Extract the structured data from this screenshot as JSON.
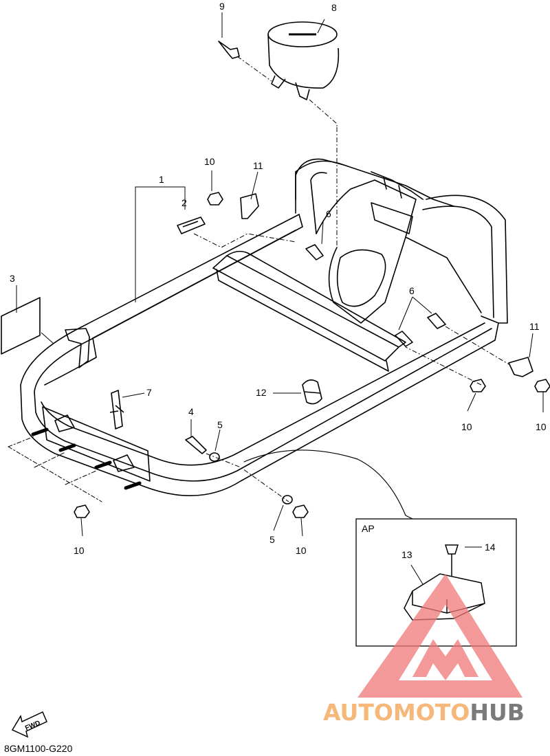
{
  "callouts": [
    {
      "id": "c1",
      "text": "1"
    },
    {
      "id": "c2",
      "text": "2"
    },
    {
      "id": "c3",
      "text": "3"
    },
    {
      "id": "c4",
      "text": "4"
    },
    {
      "id": "c5a",
      "text": "5"
    },
    {
      "id": "c5b",
      "text": "5"
    },
    {
      "id": "c6a",
      "text": "6"
    },
    {
      "id": "c6b",
      "text": "6"
    },
    {
      "id": "c7",
      "text": "7"
    },
    {
      "id": "c8",
      "text": "8"
    },
    {
      "id": "c9",
      "text": "9"
    },
    {
      "id": "c10a",
      "text": "10"
    },
    {
      "id": "c10b",
      "text": "10"
    },
    {
      "id": "c10c",
      "text": "10"
    },
    {
      "id": "c10d",
      "text": "10"
    },
    {
      "id": "c10e",
      "text": "10"
    },
    {
      "id": "c11a",
      "text": "11"
    },
    {
      "id": "c11b",
      "text": "11"
    },
    {
      "id": "c12",
      "text": "12"
    },
    {
      "id": "c13",
      "text": "13"
    },
    {
      "id": "c14",
      "text": "14"
    }
  ],
  "inset": {
    "label": "AP"
  },
  "fwd_arrow": {
    "label": "FWD"
  },
  "diagram_code": "8GM1100-G220",
  "watermark": {
    "part1": "AUTOMOTO",
    "part2": "HUB",
    "color1": "#f5b87a",
    "color2": "#7a7a7a",
    "logo_color": "#f07878"
  }
}
